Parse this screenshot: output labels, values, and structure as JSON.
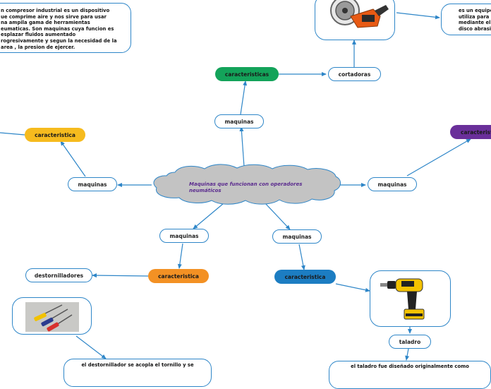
{
  "central": {
    "lines": [
      "Maquinas que funcionan con operadores",
      "neumáticos"
    ],
    "fill": "#c3c3c3",
    "stroke": "#2e86c8",
    "text_color": "#5b2c8f"
  },
  "nodes": {
    "maquinas_top": "maquinas",
    "maquinas_left": "maquinas",
    "maquinas_right": "maquinas",
    "maquinas_bottom_left": "maquinas",
    "maquinas_bottom_right": "maquinas",
    "caracteristicas_top": "caracteristicas",
    "cortadoras": "cortadoras",
    "caracteristica_left": "caracteristica",
    "caracteristica_right": "caracteristica",
    "caracteristica_bottom_left": "caracteristica",
    "caracteristica_bottom_right": "caracteristica",
    "destornilladores": "destornilladores",
    "taladro": "taladro"
  },
  "colors": {
    "line": "#2e86c8",
    "green": "#13a35a",
    "yellow": "#f6bb1e",
    "purple": "#6a2f9a",
    "orange": "#f39124",
    "blue": "#1c7dc2"
  },
  "texts": {
    "compresor": [
      "n compresor industrial es un dispositivo",
      "ue comprime aire y nos sirve para usar",
      "na ampila gama de herramientas",
      "eumaticas. Son maquinas cuya funcion es",
      "esplazar fluidos aumentado",
      "rogresivamente y segun la necesidad de la",
      "area , la presion de ejercer."
    ],
    "cortadora": [
      "es un equipo",
      "utiliza para",
      "mediante el",
      "disco abrasi"
    ],
    "destornillador": [
      "el destornillador se acopla el tornillo y se"
    ],
    "taladro": [
      "el taladro fue diseñado originalmente como"
    ]
  },
  "icons": {
    "cortadora": "cut-off-saw-icon",
    "destornilladores": "screwdrivers-icon",
    "taladro": "cordless-drill-icon"
  }
}
